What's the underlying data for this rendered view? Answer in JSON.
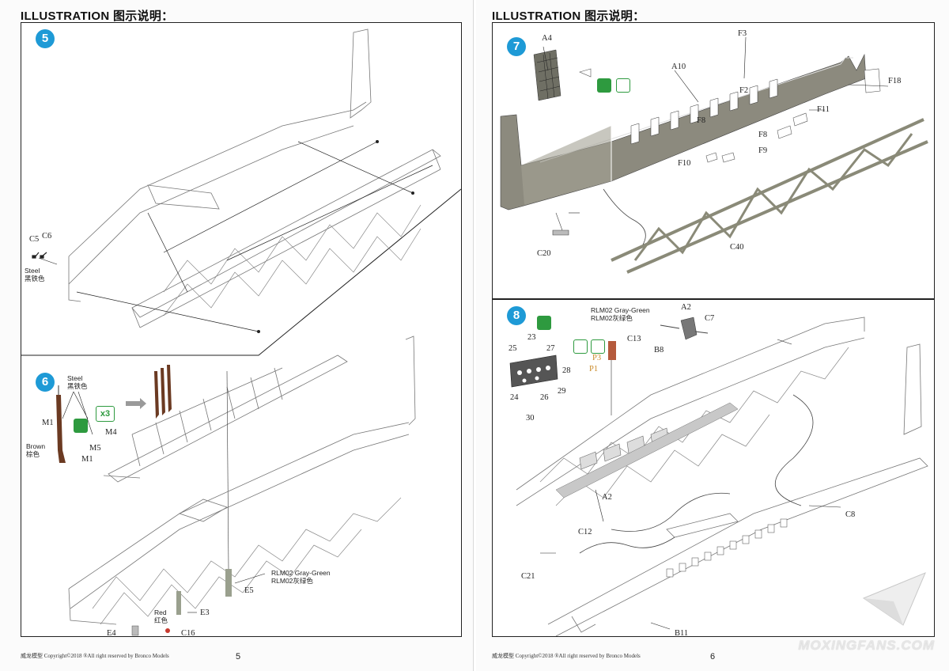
{
  "header": {
    "left": "ILLUSTRATION 图示说明：",
    "right": "ILLUSTRATION 图示说明："
  },
  "steps": {
    "s5": "5",
    "s6": "6",
    "s7": "7",
    "s8": "8"
  },
  "step5": {
    "c5": "C5",
    "c6": "C6",
    "steel_en": "Steel",
    "steel_cn": "黑铁色"
  },
  "step6": {
    "steel_en": "Steel",
    "steel_cn": "黑铁色",
    "m1a": "M1",
    "m1b": "M1",
    "m4": "M4",
    "m5": "M5",
    "brown_en": "Brown",
    "brown_cn": "棕色",
    "x3": "x3",
    "rlm_en": "RLM02 Gray-Green",
    "rlm_cn": "RLM02灰绿色",
    "e5": "E5",
    "e3": "E3",
    "e4": "E4",
    "c16": "C16",
    "red_en": "Red",
    "red_cn": "红色"
  },
  "step7": {
    "a4": "A4",
    "a10": "A10",
    "f3": "F3",
    "f2": "F2",
    "f8a": "F8",
    "f8b": "F8",
    "f11": "F11",
    "f18": "F18",
    "f9": "F9",
    "f10": "F10",
    "c20": "C20",
    "c40": "C40"
  },
  "step8": {
    "rlm_en": "RLM02 Gray-Green",
    "rlm_cn": "RLM02灰绿色",
    "a2a": "A2",
    "a2b": "A2",
    "c7": "C7",
    "b8": "B8",
    "c13": "C13",
    "p3": "P3",
    "p1": "P1",
    "n23": "23",
    "n25": "25",
    "n27": "27",
    "n28": "28",
    "n24": "24",
    "n26": "26",
    "n29": "29",
    "n30": "30",
    "c8": "C8",
    "c12": "C12",
    "c21": "C21",
    "b11": "B11"
  },
  "footer": {
    "left": "威龙模型  Copyright©2018  ®All right reserved by Bronco Models",
    "right": "威龙模型  Copyright©2018  ®All right reserved by Bronco Models",
    "page_left": "5",
    "page_right": "6"
  },
  "watermark": "MOXINGFANS.COM",
  "colors": {
    "step_badge": "#1e9ad6",
    "paint_green": "#2e9a3f",
    "fuselage_gray": "#8c8a7e",
    "rifle_brown": "#6b3a22",
    "tan_label": "#c98a2a"
  }
}
